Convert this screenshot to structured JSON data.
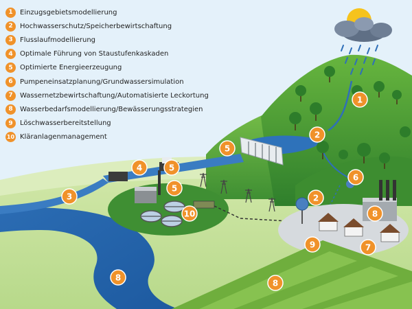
{
  "legend": {
    "items": [
      {
        "num": "1",
        "label": "Einzugsgebietsmodellierung"
      },
      {
        "num": "2",
        "label": "Hochwasserschutz/Speicherbewirtschaftung"
      },
      {
        "num": "3",
        "label": "Flusslaufmodellierung"
      },
      {
        "num": "4",
        "label": "Optimale Führung von Staustufenkaskaden"
      },
      {
        "num": "5",
        "label": "Optimierte Energieerzeugung"
      },
      {
        "num": "6",
        "label": "Pumpeneinsatzplanung/Grundwassersimulation"
      },
      {
        "num": "7",
        "label": "Wassernetzbewirtschaftung/Automatisierte Leckortung"
      },
      {
        "num": "8",
        "label": "Wasserbedarfsmodellierung/Bewässerungsstrategien"
      },
      {
        "num": "9",
        "label": "Löschwasserbereitstellung"
      },
      {
        "num": "10",
        "label": "Kläranlagenmanagement"
      }
    ]
  },
  "markers": [
    {
      "num": "1"
    },
    {
      "num": "2"
    },
    {
      "num": "2"
    },
    {
      "num": "3"
    },
    {
      "num": "4"
    },
    {
      "num": "5"
    },
    {
      "num": "5"
    },
    {
      "num": "5"
    },
    {
      "num": "6"
    },
    {
      "num": "7"
    },
    {
      "num": "8"
    },
    {
      "num": "8"
    },
    {
      "num": "8"
    },
    {
      "num": "9"
    },
    {
      "num": "10"
    }
  ],
  "colors": {
    "accent": "#f0922a",
    "water": "#2f6fb8",
    "hill": "#4a9a34",
    "field": "#6fae3d",
    "sky": "#dfeef8"
  }
}
